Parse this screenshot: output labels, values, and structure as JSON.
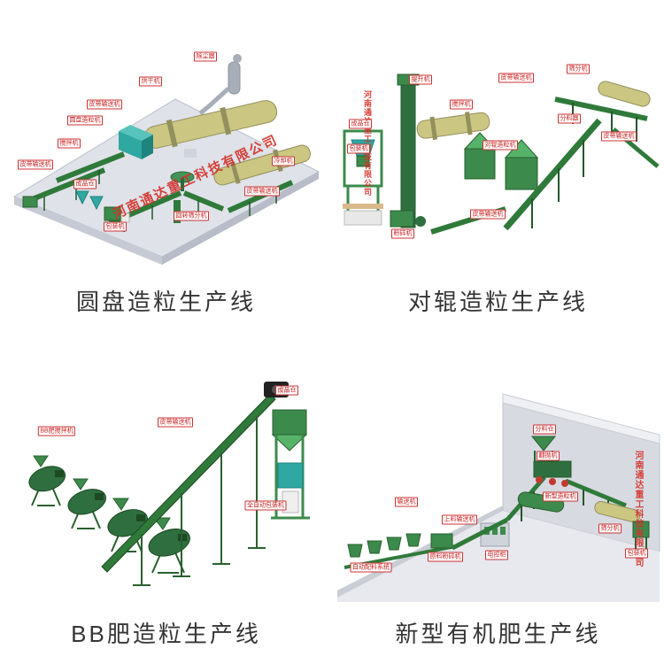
{
  "gallery": {
    "watermark": "河南通达重工科技有限公司",
    "colors": {
      "machine_green": "#3c8a4c",
      "dark_green": "#2f6f3f",
      "drum_khaki": "#cbc783",
      "teal": "#2ea8a1",
      "platform_gray": "#dfe2e9",
      "watermark_red": "#d4342c",
      "label_red": "#cc2222",
      "caption_gray": "#353535"
    },
    "panels": [
      {
        "caption": "圆盘造粒生产线",
        "labels": [
          "除尘器",
          "烘干机",
          "皮带输送机",
          "圆盘造粒机",
          "搅拌机",
          "皮带输送机",
          "成品仓",
          "包装机",
          "回转筛分机",
          "冷却机",
          "皮带输送机"
        ]
      },
      {
        "caption": "对辊造粒生产线",
        "labels": [
          "提升机",
          "搅拌机",
          "皮带输送机",
          "筛分机",
          "分料器",
          "对辊造粒机",
          "皮带输送机",
          "成品仓",
          "包装机",
          "粉碎机",
          "皮带输送机"
        ]
      },
      {
        "caption": "BB肥造粒生产线",
        "labels": [
          "BB肥搅拌机",
          "皮带输送机",
          "成品仓",
          "全自动包装机"
        ]
      },
      {
        "caption": "新型有机肥生产线",
        "labels": [
          "分料仓",
          "输送机",
          "上料输送机",
          "新型造粒机",
          "翻抛机",
          "筛分机",
          "自动配料系统",
          "原料粉碎机",
          "电控柜",
          "包装机"
        ]
      }
    ]
  }
}
